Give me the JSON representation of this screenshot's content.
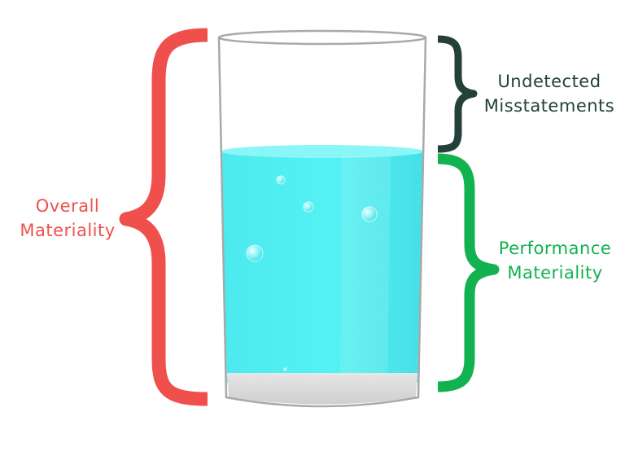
{
  "colors": {
    "overall": "#f0504c",
    "undetected": "#25403a",
    "performance": "#11b24f",
    "water": "#52f0f2",
    "glass_outline": "#a9a9a9"
  },
  "labels": {
    "overall": [
      "Overall",
      "Materiality"
    ],
    "undetected": [
      "Undetected",
      "Misstatements"
    ],
    "performance": [
      "Performance",
      "Materiality"
    ]
  }
}
